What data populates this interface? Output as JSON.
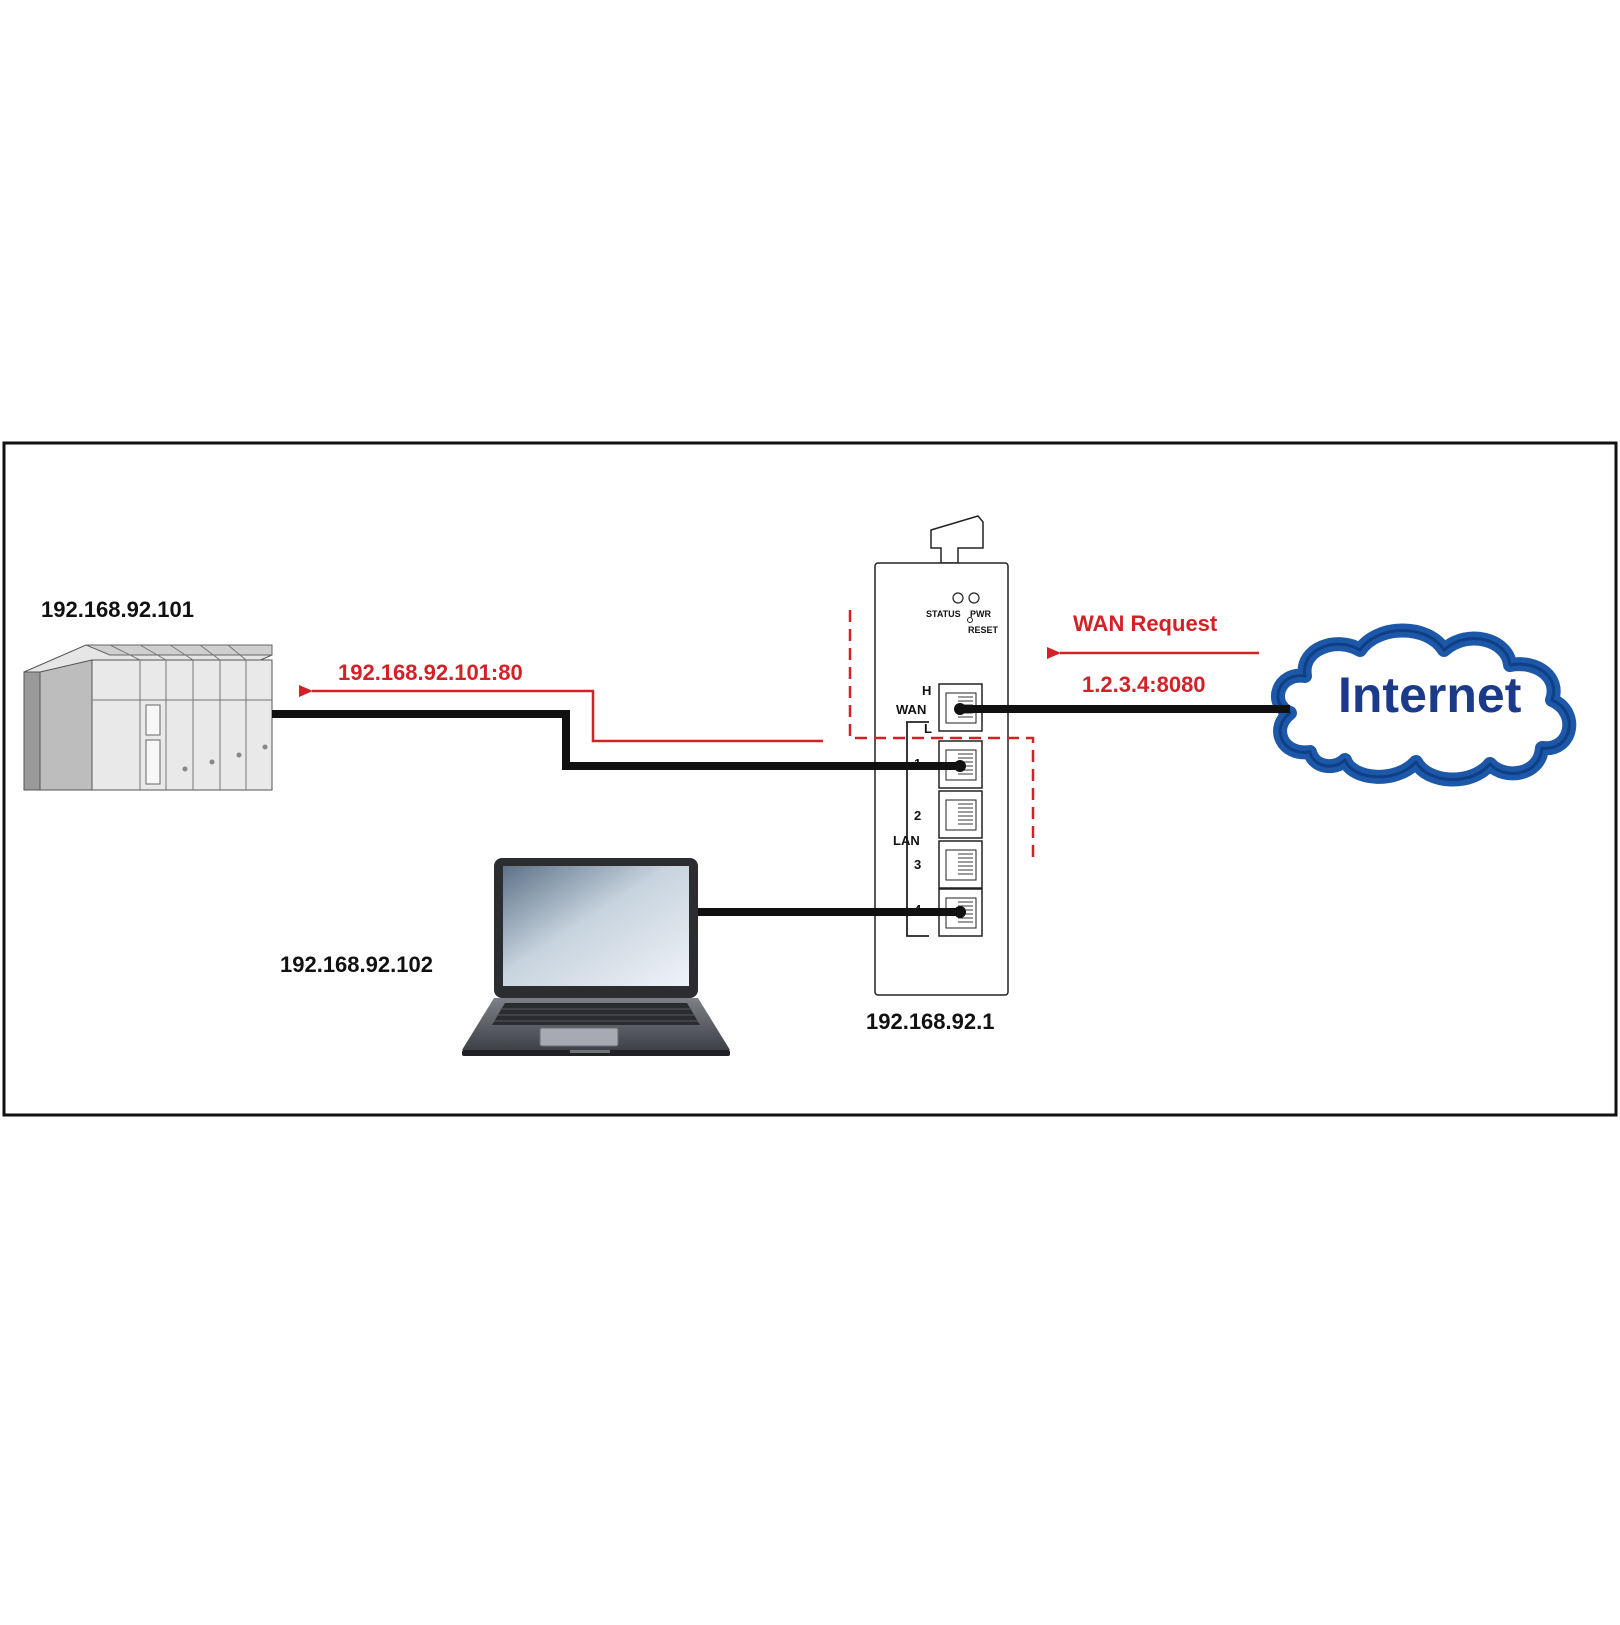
{
  "diagram": {
    "plc": {
      "ip": "192.168.92.101"
    },
    "laptop": {
      "ip": "192.168.92.102"
    },
    "router": {
      "ip": "192.168.92.1",
      "status_label": "STATUS",
      "pwr_label": "PWR",
      "reset_label": "RESET",
      "wan_label": "WAN",
      "wan_h": "H",
      "wan_l": "L",
      "lan_label": "LAN",
      "lan_ports": [
        "1",
        "2",
        "3",
        "4"
      ]
    },
    "internet": {
      "label": "Internet"
    },
    "wan_request": {
      "label": "WAN Request",
      "address": "1.2.3.4:8080"
    },
    "forward_target": {
      "address": "192.168.92.101:80"
    },
    "colors": {
      "accent_red": "#d32128",
      "cable": "#111111",
      "cloud_blue": "#1b3a8a"
    }
  }
}
